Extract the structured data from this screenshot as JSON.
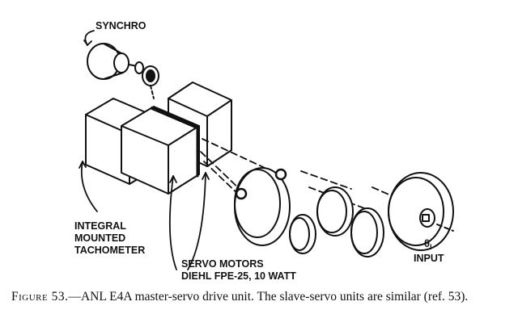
{
  "labels": {
    "synchro": "SYNCHRO",
    "tach_line1": "INTEGRAL",
    "tach_line2": "MOUNTED",
    "tach_line3": "TACHOMETER",
    "servo_line1": "SERVO MOTORS",
    "servo_line2": "DIEHL FPE-25, 10 WATT",
    "theta": "θ",
    "theta_sub": "I",
    "input": "INPUT"
  },
  "caption": {
    "label": "Figure 53.",
    "text": "—ANL E4A master-servo drive unit. The slave-servo units are similar (ref. 53)."
  }
}
